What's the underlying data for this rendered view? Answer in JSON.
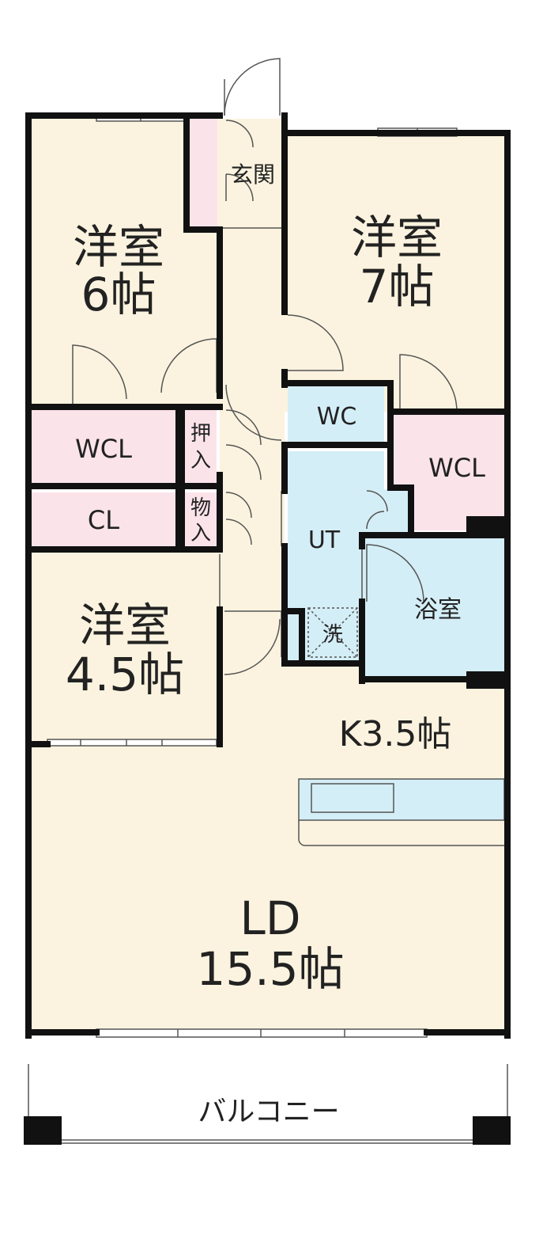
{
  "colors": {
    "room": "#fbf3df",
    "closet": "#fbe3ea",
    "wet": "#d4eef7",
    "wall": "#111111",
    "line": "#555555",
    "balcony": "#ffffff"
  },
  "rooms": {
    "western_6": {
      "name": "洋室",
      "size": "6帖"
    },
    "western_7": {
      "name": "洋室",
      "size": "7帖"
    },
    "western_45": {
      "name": "洋室",
      "size": "4.5帖"
    },
    "entrance": "玄関",
    "wcl_left": "WCL",
    "cl": "CL",
    "oshiire": [
      "押",
      "入"
    ],
    "monoire": [
      "物",
      "入"
    ],
    "wc": "WC",
    "wcl_right": "WCL",
    "ut": "UT",
    "washer": "洗",
    "bath": "浴室",
    "kitchen": "K3.5帖",
    "ld": {
      "name": "LD",
      "size": "15.5帖"
    },
    "balcony": "バルコニー"
  }
}
